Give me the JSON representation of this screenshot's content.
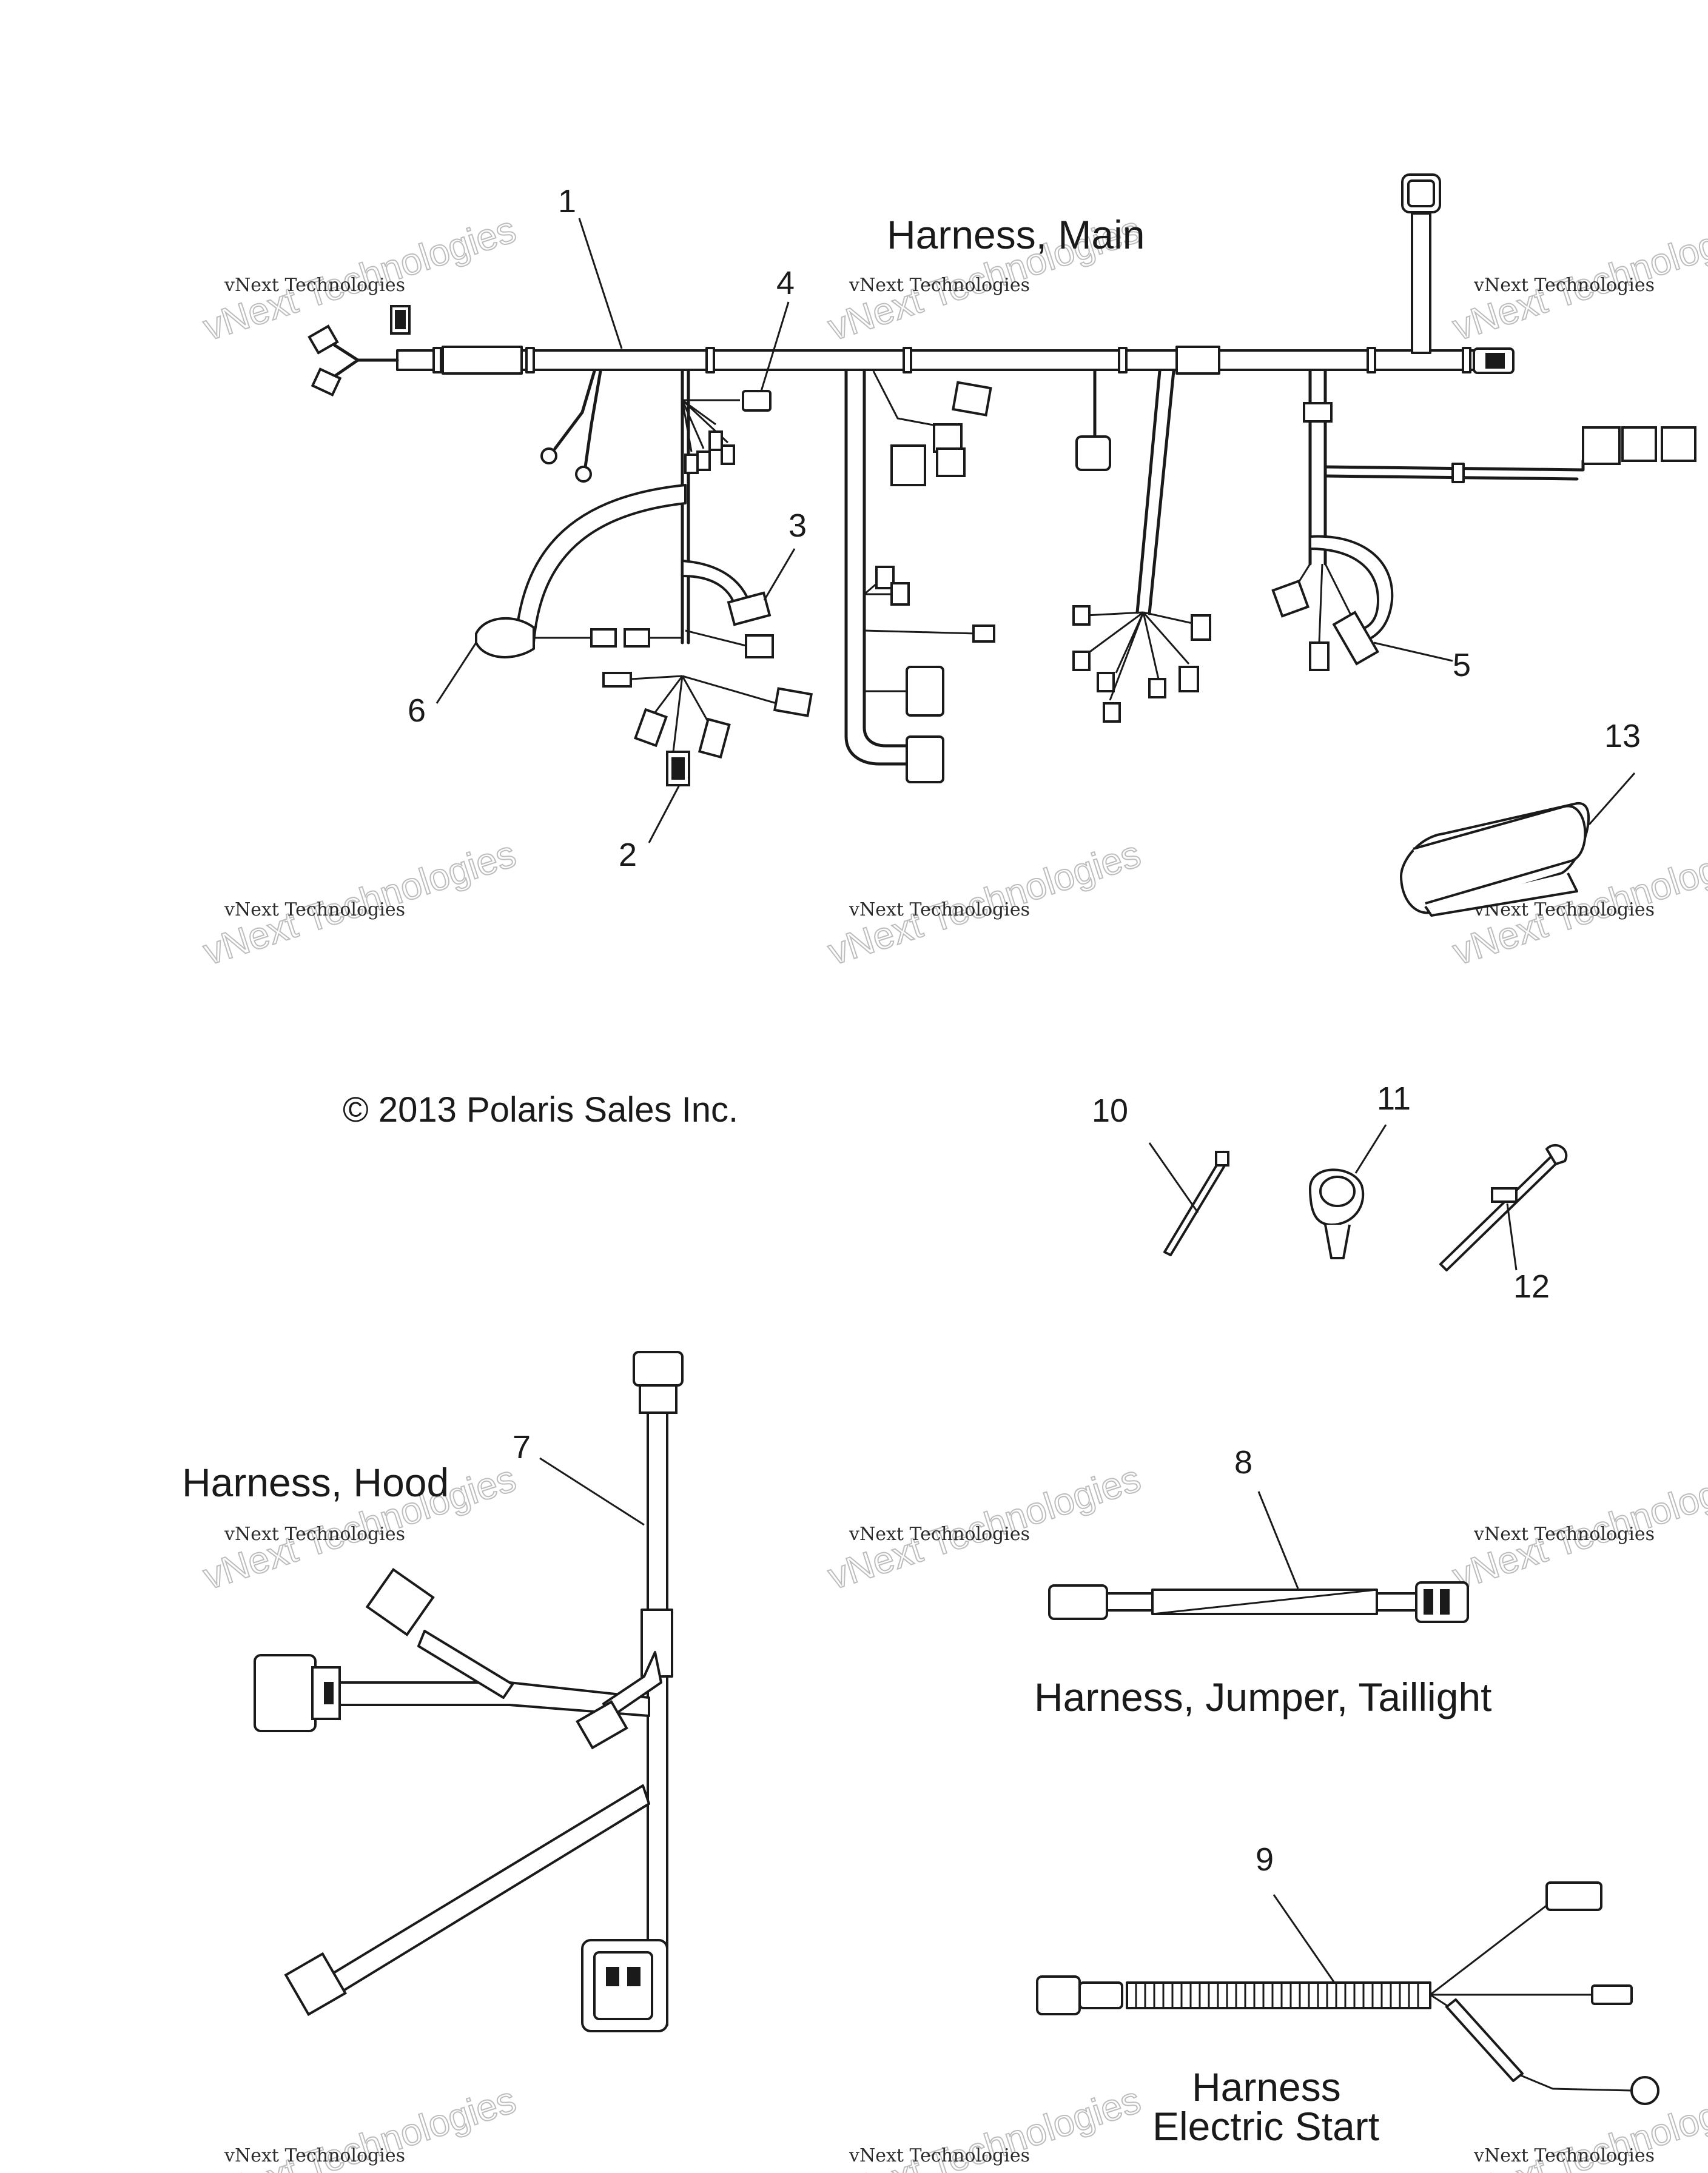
{
  "titles": {
    "main": "Harness, Main",
    "hood": "Harness, Hood",
    "jumper": "Harness, Jumper, Taillight",
    "electric_start_line1": "Harness",
    "electric_start_line2": "Electric Start"
  },
  "copyright": "© 2013 Polaris Sales Inc.",
  "watermark": {
    "line1": "vNext Technologies",
    "line2": "vNext Technologies"
  },
  "callouts": [
    "1",
    "2",
    "3",
    "4",
    "5",
    "6",
    "7",
    "8",
    "9",
    "10",
    "11",
    "12",
    "13"
  ]
}
